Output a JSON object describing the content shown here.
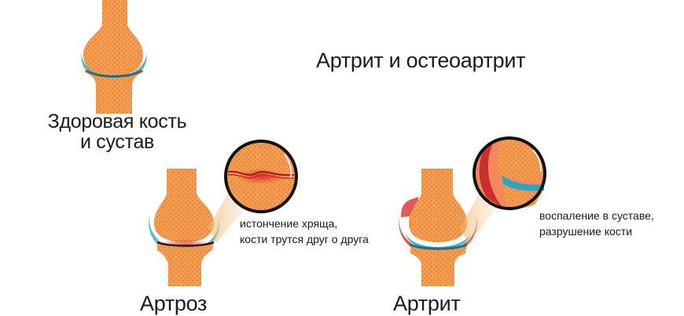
{
  "title": "Артрит и остеоартрит",
  "panels": {
    "healthy": {
      "label_line1": "Здоровая кость",
      "label_line2": "и сустав"
    },
    "arthrosis": {
      "label": "Артроз",
      "description_line1": "истончение хряща,",
      "description_line2": "кости трутся друг о друга"
    },
    "arthritis": {
      "label": "Артрит",
      "description_line1": "воспаление в суставе,",
      "description_line2": "разрушение кости"
    }
  },
  "colors": {
    "bone": "#f39a4e",
    "bone_dots": "#d9782f",
    "cartilage": "#2aa7c0",
    "inflammation": "#d8332e",
    "background": "#ffffff"
  }
}
